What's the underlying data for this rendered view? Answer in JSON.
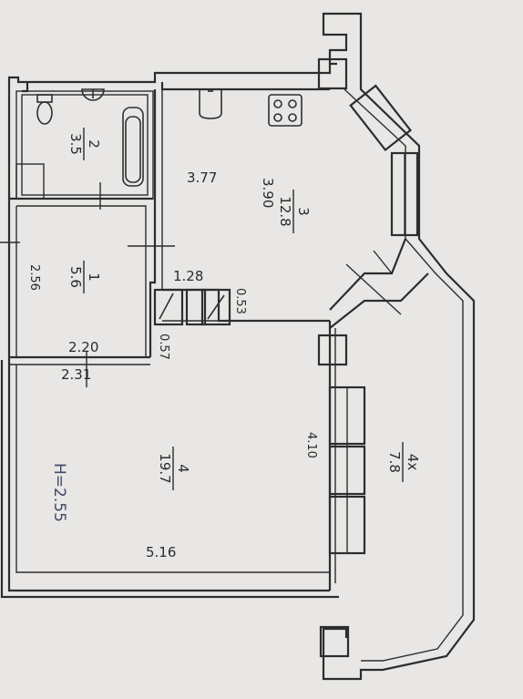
{
  "rooms": [
    {
      "number": "2",
      "area": "3.5"
    },
    {
      "number": "3",
      "area": "12.8"
    },
    {
      "number": "1",
      "area": "5.6"
    },
    {
      "number": "4",
      "area": "19.7"
    },
    {
      "number": "4x",
      "area": "7.8"
    }
  ],
  "dimensions": {
    "kitchen_width": "3.77",
    "kitchen_length": "3.90",
    "hall_length": "2.56",
    "hall_width_inner": "2.20",
    "hall_width_outer": "2.31",
    "closet_width": "1.28",
    "closet_depth": "0.53",
    "passage": "0.57",
    "room_width": "5.16",
    "balcony_length": "4.10"
  },
  "ceiling_height": "H=2.55"
}
